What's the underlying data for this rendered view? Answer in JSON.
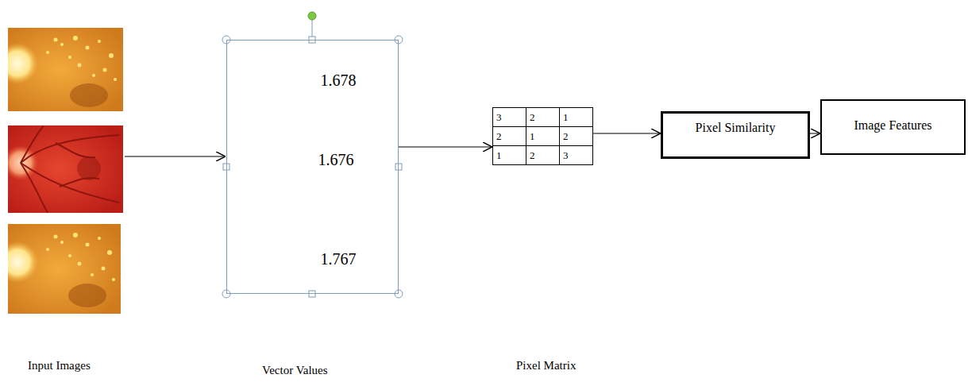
{
  "diagram": {
    "nodes": [
      {
        "text": [
          "1.678",
          "1.676",
          "1.767"
        ]
      },
      {
        "text": [
          "3",
          "2",
          "1",
          "2",
          "1",
          "2",
          "1",
          "2",
          "3"
        ]
      },
      {
        "text": [
          "Pixel Similarity"
        ]
      },
      {
        "text": [
          "Image Features"
        ]
      }
    ],
    "edges": [
      {
        "from": 0,
        "to": 1,
        "arrow": "to"
      },
      {
        "from": 1,
        "to": 2,
        "arrow": "to"
      },
      {
        "from": 2,
        "to": 3,
        "arrow": "to"
      }
    ],
    "labels": [
      "Input Images",
      "Vector Values",
      "Pixel Matrix"
    ]
  }
}
